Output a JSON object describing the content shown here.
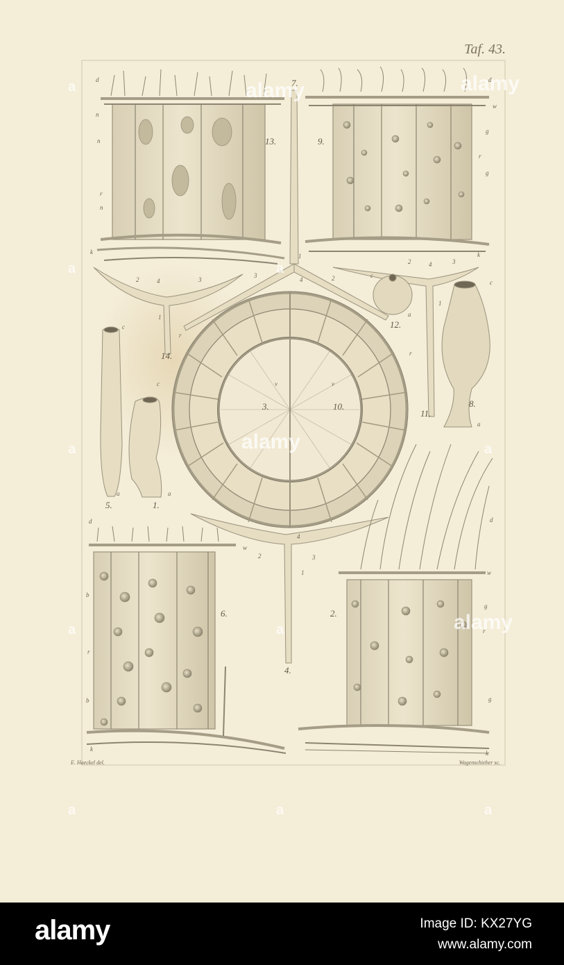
{
  "plate": {
    "number": "Taf. 43.",
    "credit_left": "E. Haeckel del.",
    "credit_right": "Wagenschieber sc.",
    "paper_color": "#f4edd8",
    "ink_color": "#8c8470",
    "figure_numbers": [
      "13.",
      "7.",
      "9.",
      "14.",
      "12.",
      "3.",
      "10.",
      "11.",
      "8.",
      "5.",
      "1.",
      "6.",
      "2.",
      "4."
    ],
    "figure_letters": {
      "fig13": [
        "d",
        "n",
        "n",
        "r",
        "n",
        "k"
      ],
      "fig9": [
        "d",
        "w",
        "g",
        "r",
        "g",
        "k"
      ],
      "fig6": [
        "d",
        "w",
        "b",
        "r",
        "b",
        "k"
      ],
      "fig2": [
        "d",
        "w",
        "g",
        "r",
        "g",
        "k"
      ],
      "fig3_10": [
        "r",
        "r",
        "v",
        "v"
      ],
      "small": [
        "c",
        "a",
        "c",
        "a",
        "c",
        "a",
        "c",
        "a"
      ],
      "spicule_numbers": [
        "2",
        "4",
        "3",
        "1",
        "1",
        "4",
        "3",
        "2",
        "2",
        "4",
        "3",
        "1",
        "2",
        "3",
        "4",
        "1"
      ]
    }
  },
  "watermark": {
    "text": "alamy",
    "repeat_mark": "a"
  },
  "footer": {
    "brand": "alamy",
    "image_id": "Image ID: KX27YG",
    "website": "www.alamy.com"
  }
}
